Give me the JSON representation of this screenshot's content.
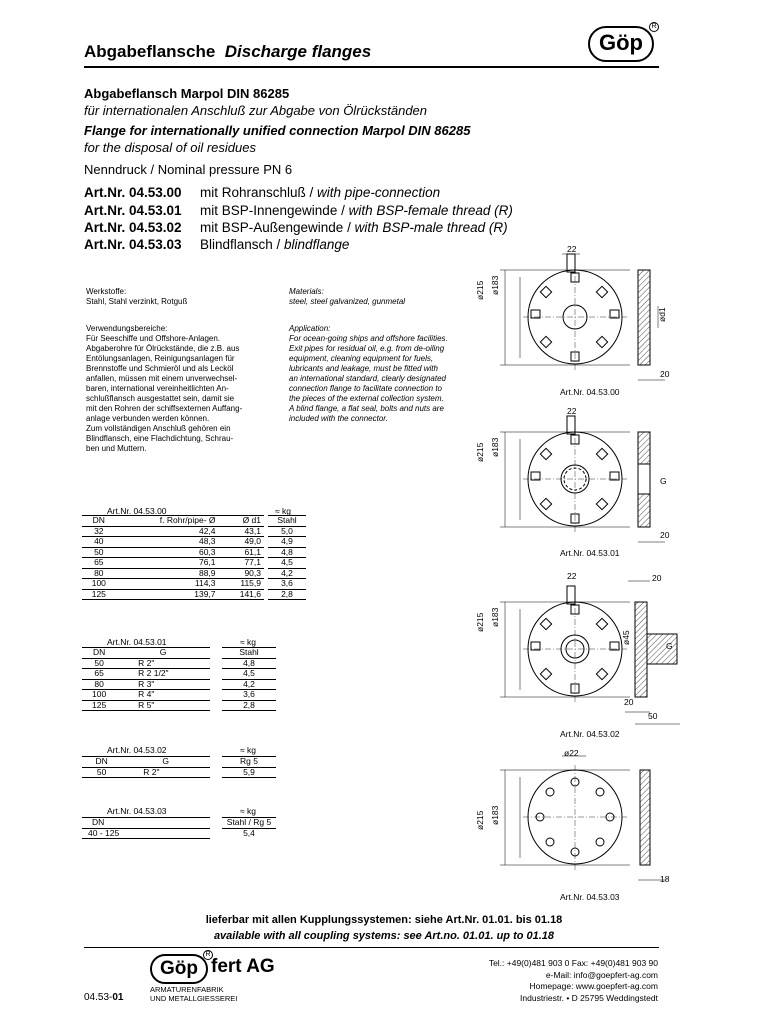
{
  "header": {
    "title_de": "Abgabeflansche",
    "title_en": "Discharge flanges",
    "logo": "Göp"
  },
  "intro": {
    "line1": "Abgabeflansch Marpol DIN 86285",
    "line2": "für internationalen Anschluß zur Abgabe von Ölrückständen",
    "line3": "Flange for internationally unified connection Marpol DIN 86285",
    "line4": "for the disposal of oil residues",
    "line5": "Nenndruck / Nominal pressure PN 6"
  },
  "articles": [
    {
      "nr": "Art.Nr. 04.53.00",
      "de": "mit Rohranschluß / ",
      "en": "with pipe-connection"
    },
    {
      "nr": "Art.Nr. 04.53.01",
      "de": "mit BSP-Innengewinde / ",
      "en": "with BSP-female thread (R)"
    },
    {
      "nr": "Art.Nr. 04.53.02",
      "de": "mit BSP-Außengewinde / ",
      "en": "with BSP-male thread (R)"
    },
    {
      "nr": "Art.Nr. 04.53.03",
      "de": "Blindflansch / ",
      "en": "blindflange"
    }
  ],
  "materials": {
    "de_title": "Werkstoffe:",
    "de_text": "Stahl, Stahl verzinkt, Rotguß",
    "en_title": "Materials:",
    "en_text": "steel, steel galvanized, gunmetal"
  },
  "application": {
    "de_title": "Verwendungsbereiche:",
    "de_lines": [
      "Für Seeschiffe und Offshore-Anlagen.",
      "Abgaberohre für Ölrückstände, die z.B. aus",
      "Entölungsanlagen, Reinigungsanlagen für",
      "Brennstoffe und Schmieröl und als Lecköl",
      "anfallen, müssen mit einem unverwechsel-",
      "baren, international vereinheitlichten An-",
      "schlußflansch ausgestattet sein, damit sie",
      "mit den Rohren der schiffsexternen Auffang-",
      "anlage verbunden werden können.",
      "Zum vollständigen Anschluß gehören ein",
      "Blindflansch, eine Flachdichtung, Schrau-",
      "ben und Muttern."
    ],
    "en_title": "Application:",
    "en_lines": [
      "For ocean-going ships and offshore facilities.",
      "Exit pipes for residual oil, e.g. from de-oiling",
      "equipment, cleaning equipment for fuels,",
      "lubricants and leakage, must be fitted with",
      "an international standard, clearly designated",
      "connection flange to facilitate connection to",
      "the pieces of the external collection system.",
      "A blind flange, a flat seal, bolts and nuts are",
      "included with the connector."
    ]
  },
  "table1": {
    "title": "Art.Nr. 04.53.00",
    "kg": "≈ kg",
    "headers": [
      "DN",
      "f. Rohr/pipe- Ø",
      "Ø d1",
      "Stahl"
    ],
    "rows": [
      [
        "32",
        "42,4",
        "43,1",
        "5,0"
      ],
      [
        "40",
        "48,3",
        "49,0",
        "4,9"
      ],
      [
        "50",
        "60,3",
        "61,1",
        "4,8"
      ],
      [
        "65",
        "76,1",
        "77,1",
        "4,5"
      ],
      [
        "80",
        "88,9",
        "90,3",
        "4,2"
      ],
      [
        "100",
        "114,3",
        "115,9",
        "3,6"
      ],
      [
        "125",
        "139,7",
        "141,6",
        "2,8"
      ]
    ]
  },
  "table2": {
    "title": "Art.Nr. 04.53.01",
    "kg": "≈ kg",
    "headers": [
      "DN",
      "G",
      "Stahl"
    ],
    "rows": [
      [
        "50",
        "R 2\"",
        "4,8"
      ],
      [
        "65",
        "R 2 1/2\"",
        "4,5"
      ],
      [
        "80",
        "R 3\"",
        "4,2"
      ],
      [
        "100",
        "R 4\"",
        "3,6"
      ],
      [
        "125",
        "R 5\"",
        "2,8"
      ]
    ]
  },
  "table3": {
    "title": "Art.Nr. 04.53.02",
    "kg": "≈ kg",
    "headers": [
      "DN",
      "G",
      "Rg 5"
    ],
    "rows": [
      [
        "50",
        "R 2\"",
        "5,9"
      ]
    ]
  },
  "table4": {
    "title": "Art.Nr. 04.53.03",
    "kg": "≈ kg",
    "headers": [
      "DN",
      "Stahl / Rg 5"
    ],
    "rows": [
      [
        "40 - 125",
        "5,4"
      ]
    ]
  },
  "drawings": [
    {
      "caption": "Art.Nr. 04.53.00",
      "d_outer": "ø215",
      "d_inner": "ø183",
      "slot": "22",
      "thick": "20",
      "side": "ød1"
    },
    {
      "caption": "Art.Nr. 04.53.01",
      "d_outer": "ø215",
      "d_inner": "ø183",
      "slot": "22",
      "thick": "20",
      "side": "G"
    },
    {
      "caption": "Art.Nr. 04.53.02",
      "d_outer": "ø215",
      "d_inner": "ø183",
      "slot": "22",
      "thick": "20",
      "side": "G",
      "extra_top": "20",
      "extra_bottom": "50",
      "hub": "ø45"
    },
    {
      "caption": "Art.Nr. 04.53.03",
      "d_outer": "ø215",
      "d_inner": "ø183",
      "slot": "ø22",
      "thick": "18"
    }
  ],
  "footer": {
    "line_de": "lieferbar mit allen Kupplungssystemen: siehe Art.Nr. 01.01. bis 01.18",
    "line_en": "available with all coupling systems: see Art.no. 01.01. up to 01.18",
    "company_logo": "Göp",
    "company_rest": "fert AG",
    "company_sub1": "ARMATURENFABRIK",
    "company_sub2": "UND METALLGIESSEREI",
    "tel": "Tel.: +49(0)481 903 0   Fax: +49(0)481 903 90",
    "email": "e-Mail: info@goepfert-ag.com",
    "web": "Homepage: www.goepfert-ag.com",
    "address": "Industriestr. • D 25795 Weddingstedt",
    "page_prefix": "04.53-",
    "page_num": "01"
  }
}
